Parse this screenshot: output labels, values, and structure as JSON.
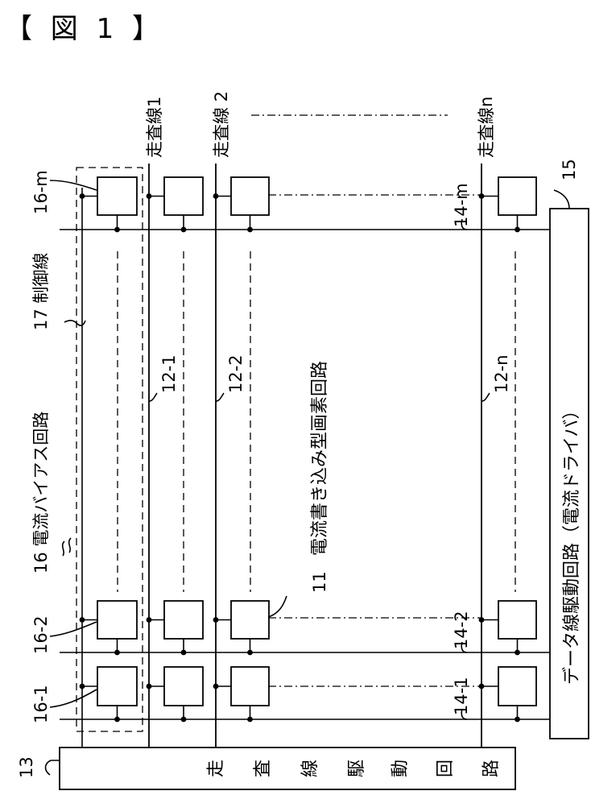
{
  "figure_title": "【 図 1 】",
  "scan_lines": [
    "走査線1",
    "走査線 2",
    "走査線n"
  ],
  "data_lines": {
    "label_1": "14-1",
    "label_2": "14-2",
    "label_m": "14-m"
  },
  "column_labels": [
    "12-1",
    "12-2",
    "12-n"
  ],
  "bias_labels": {
    "bias_1": "16-1",
    "bias_2": "16-2",
    "bias_m": "16-m",
    "bias_circuit": "16 電流バイアス回路"
  },
  "control_line": "17 制御線",
  "pixel_circuit": {
    "ref": "11",
    "name": "電流書き込み型画素回路"
  },
  "scan_driver": {
    "ref": "13",
    "name": "走査線駆動回路"
  },
  "data_driver": {
    "ref": "15",
    "name": "データ線駆動回路（電流ドライバ）"
  }
}
